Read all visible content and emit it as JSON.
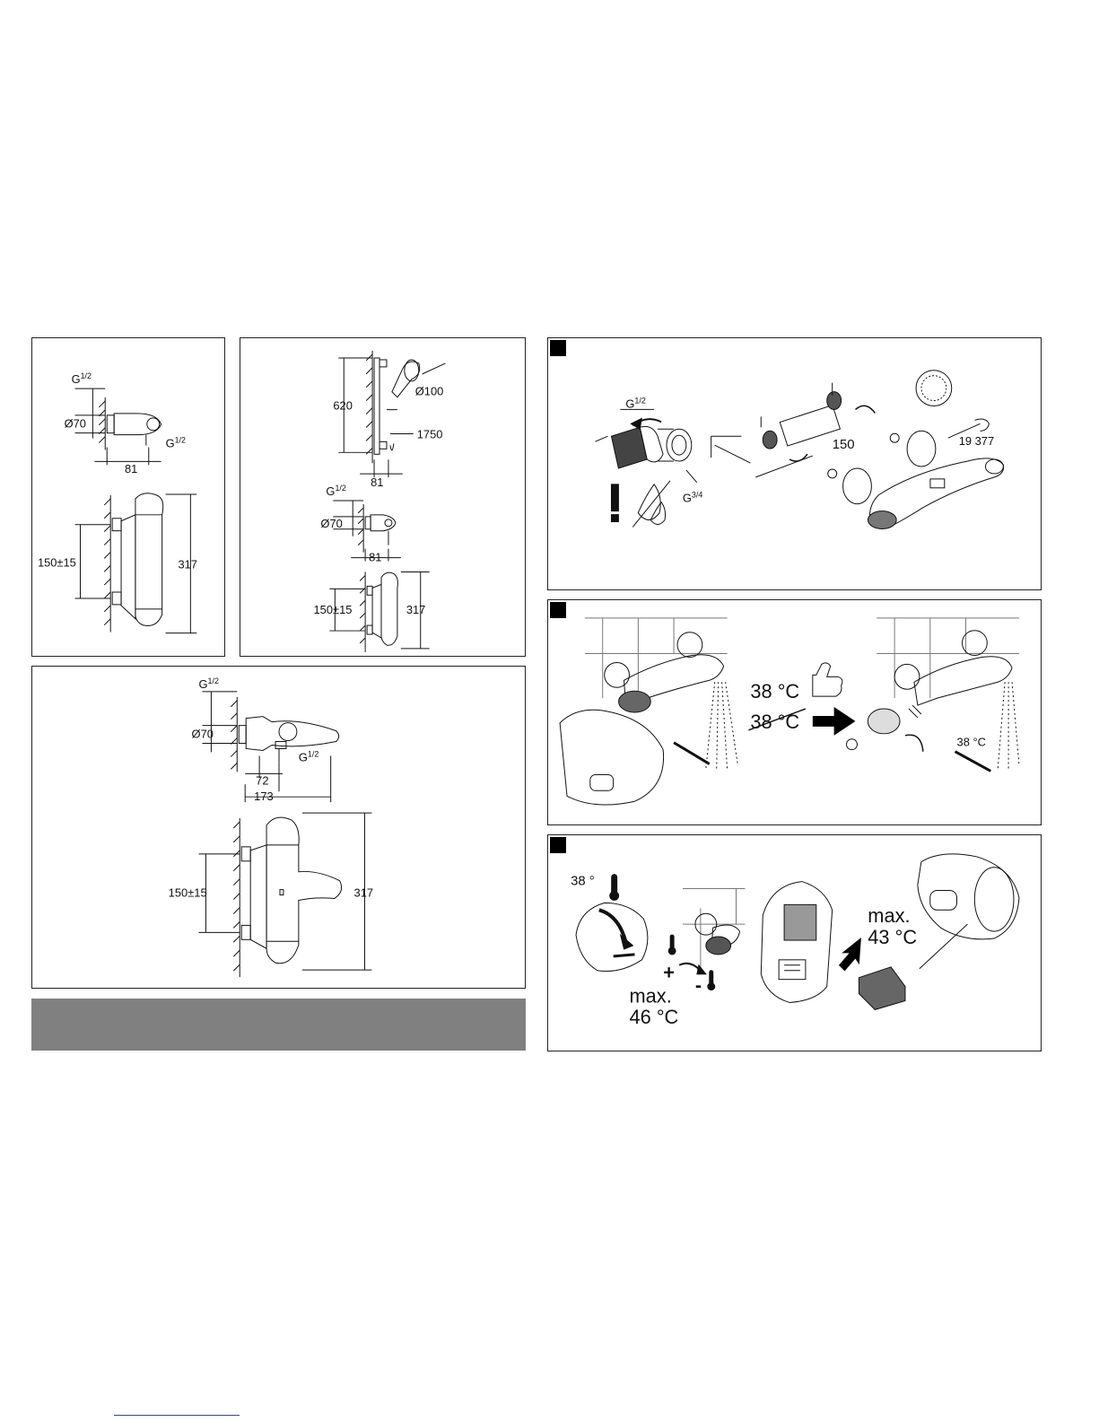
{
  "panel_a": {
    "g_top": "G",
    "g_top_frac": "1/2",
    "dia": "Ø70",
    "g_bottom": "G",
    "g_bottom_frac": "1/2",
    "w": "81",
    "spacing": "150±15",
    "height": "317"
  },
  "panel_b": {
    "h_rail": "620",
    "dia_head": "Ø100",
    "hose": "1750",
    "w1": "81",
    "g": "G",
    "g_frac": "1/2",
    "dia": "Ø70",
    "w2": "81",
    "spacing": "150±15",
    "height": "317"
  },
  "panel_c": {
    "g_top": "G",
    "g_top_frac": "1/2",
    "dia": "Ø70",
    "g_spout": "G",
    "g_spout_frac": "1/2",
    "d72": "72",
    "d173": "173",
    "spacing": "150±15",
    "height": "317"
  },
  "panel_1": {
    "g_left": "G",
    "g_left_frac": "1/2",
    "g_right": "G",
    "g_right_frac": "3/4",
    "dist": "150",
    "tool": "19 377"
  },
  "panel_2": {
    "temp_good": "38 °C",
    "temp_bad": "38 °C",
    "temp_small": "38 °C"
  },
  "panel_3": {
    "temp_38": "38 °",
    "max1_line1": "max.",
    "max1_line2": "46 °C",
    "plus": "+",
    "minus": "-",
    "max2_line1": "max.",
    "max2_line2": "43 °C"
  }
}
